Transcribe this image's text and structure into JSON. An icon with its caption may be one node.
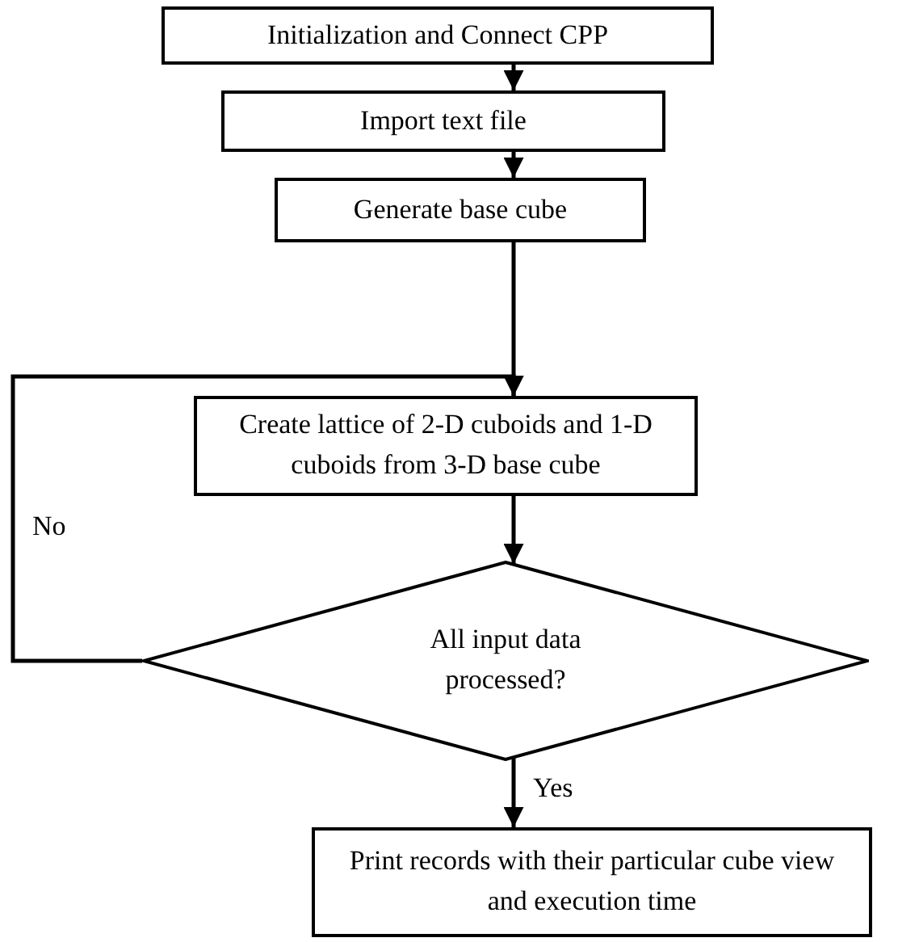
{
  "diagram": {
    "nodes": [
      {
        "text": [
          "Initialization and Connect CPP"
        ]
      },
      {
        "text": [
          "Import text file"
        ]
      },
      {
        "text": [
          "Generate base cube"
        ]
      },
      {
        "text": [
          "Create lattice of 2-D cuboids and 1-D cuboids from 3-D base cube"
        ]
      },
      {
        "text": [
          "All input data processed?"
        ]
      },
      {
        "text": [
          "Print records with their particular cube view and execution time"
        ]
      }
    ],
    "edges": [
      {
        "from": 0,
        "to": 1,
        "arrow": "to"
      },
      {
        "from": 1,
        "to": 2,
        "arrow": "to"
      },
      {
        "from": 2,
        "to": 3,
        "arrow": "to"
      },
      {
        "from": 3,
        "to": 4,
        "arrow": "to"
      },
      {
        "from": 4,
        "to": 5,
        "arrow": "to",
        "label": "Yes"
      },
      {
        "from": 4,
        "to": 3,
        "arrow": "to",
        "label": "No"
      }
    ]
  }
}
